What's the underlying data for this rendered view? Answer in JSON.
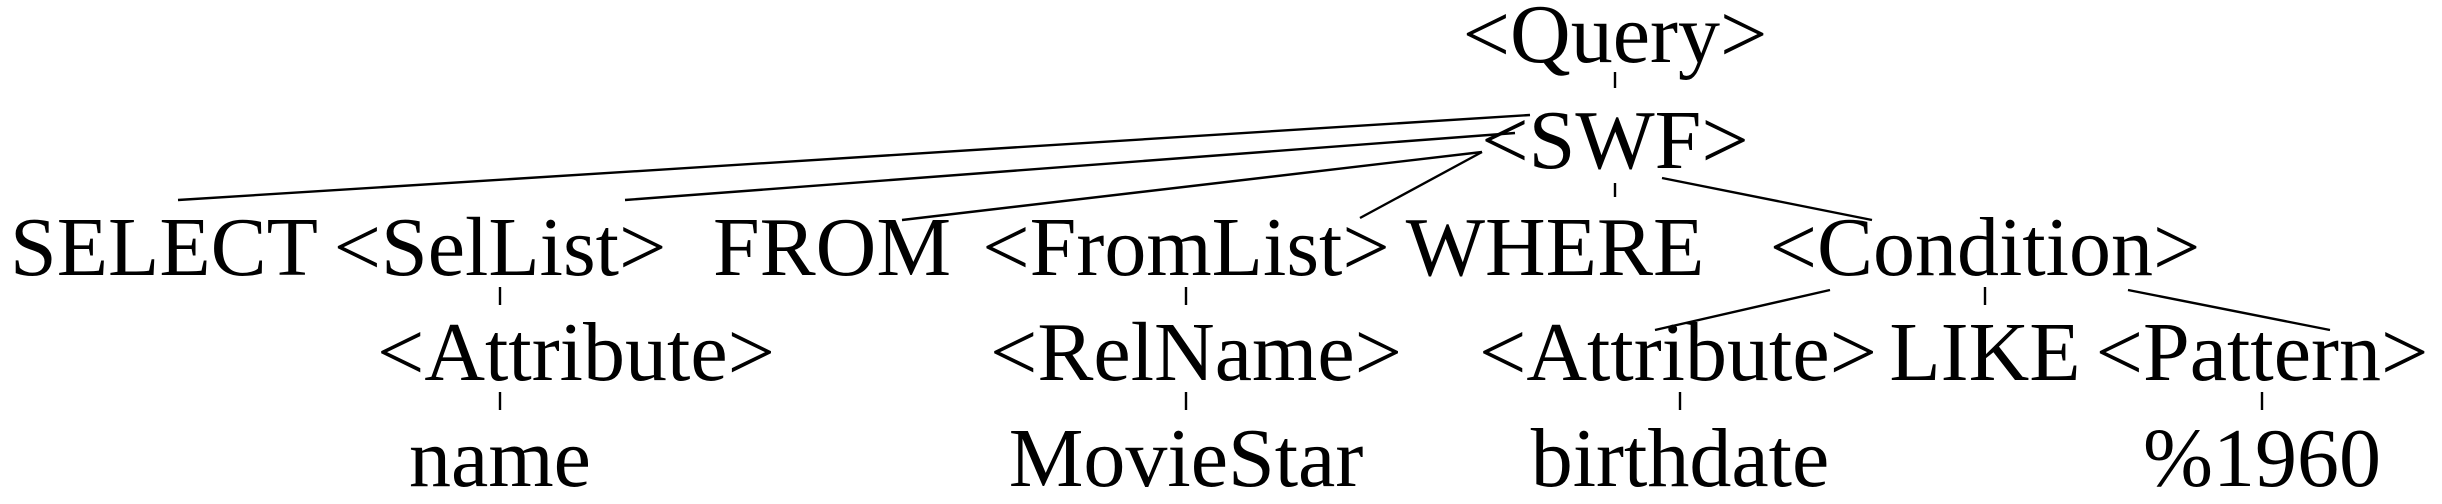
{
  "tree": {
    "root": "<Query>",
    "swf": "<SWF>",
    "level2": {
      "select": "SELECT",
      "sellist": "<SelList>",
      "from": "FROM",
      "fromlist": "<FromList>",
      "where": "WHERE",
      "condition": "<Condition>"
    },
    "level3": {
      "attribute1": "<Attribute>",
      "relname": "<RelName>",
      "attribute2": "<Attribute>",
      "like": "LIKE",
      "pattern": "<Pattern>"
    },
    "leaves": {
      "name": "name",
      "moviestar": "MovieStar",
      "birthdate": "birthdate",
      "pattern_value": "%1960"
    }
  }
}
